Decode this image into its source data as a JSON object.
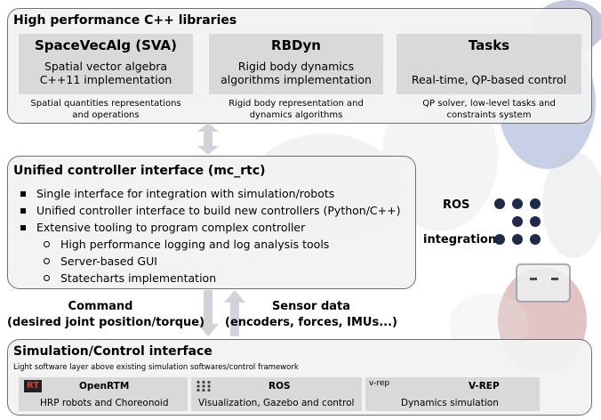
{
  "libraries_panel": {
    "title": "High performance C++ libraries",
    "libraries": [
      {
        "name": "SpaceVecAlg (SVA)",
        "desc_line1": "Spatial vector algebra",
        "desc_line2": "C++11 implementation",
        "note_line1": "Spatial quantities representations",
        "note_line2": "and operations"
      },
      {
        "name": "RBDyn",
        "desc_line1": "Rigid body dynamics",
        "desc_line2": "algorithms implementation",
        "note_line1": "Rigid body representation and",
        "note_line2": "dynamics algorithms"
      },
      {
        "name": "Tasks",
        "desc_line1": "Real-time, QP-based control",
        "desc_line2": "",
        "note_line1": "QP solver, low-level tasks and",
        "note_line2": "constraints system"
      }
    ]
  },
  "controller_panel": {
    "title": "Unified controller interface (mc_rtc)",
    "bullets": [
      "Single interface for integration with simulation/robots",
      "Unified controller interface to build new controllers (Python/C++)",
      "Extensive tooling to program complex controller"
    ],
    "sub_bullets": [
      "High performance logging and log analysis tools",
      "Server-based GUI",
      "Statecharts implementation"
    ],
    "ros_label": "ROS",
    "integration_label": "integration"
  },
  "flows": {
    "command_line1": "Command",
    "command_line2": "(desired joint position/torque)",
    "sensor_line1": "Sensor data",
    "sensor_line2": "(encoders, forces, IMUs...)"
  },
  "sim_panel": {
    "title": "Simulation/Control interface",
    "subtitle": "Light software layer above existing simulation softwares/control framework",
    "items": [
      {
        "logo": "RT",
        "name": "OpenRTM",
        "desc": "HRP robots and Choreonoid"
      },
      {
        "logo": "",
        "name": "ROS",
        "desc": "Visualization, Gazebo and control"
      },
      {
        "logo": "v-rep",
        "name": "V-REP",
        "desc": "Dynamics simulation"
      }
    ]
  },
  "colors": {
    "panel_bg": "#f2f2f2",
    "box_bg": "#d9d9d9",
    "arrow": "#d0d3d9",
    "ros_dots": "#1f2a48"
  }
}
